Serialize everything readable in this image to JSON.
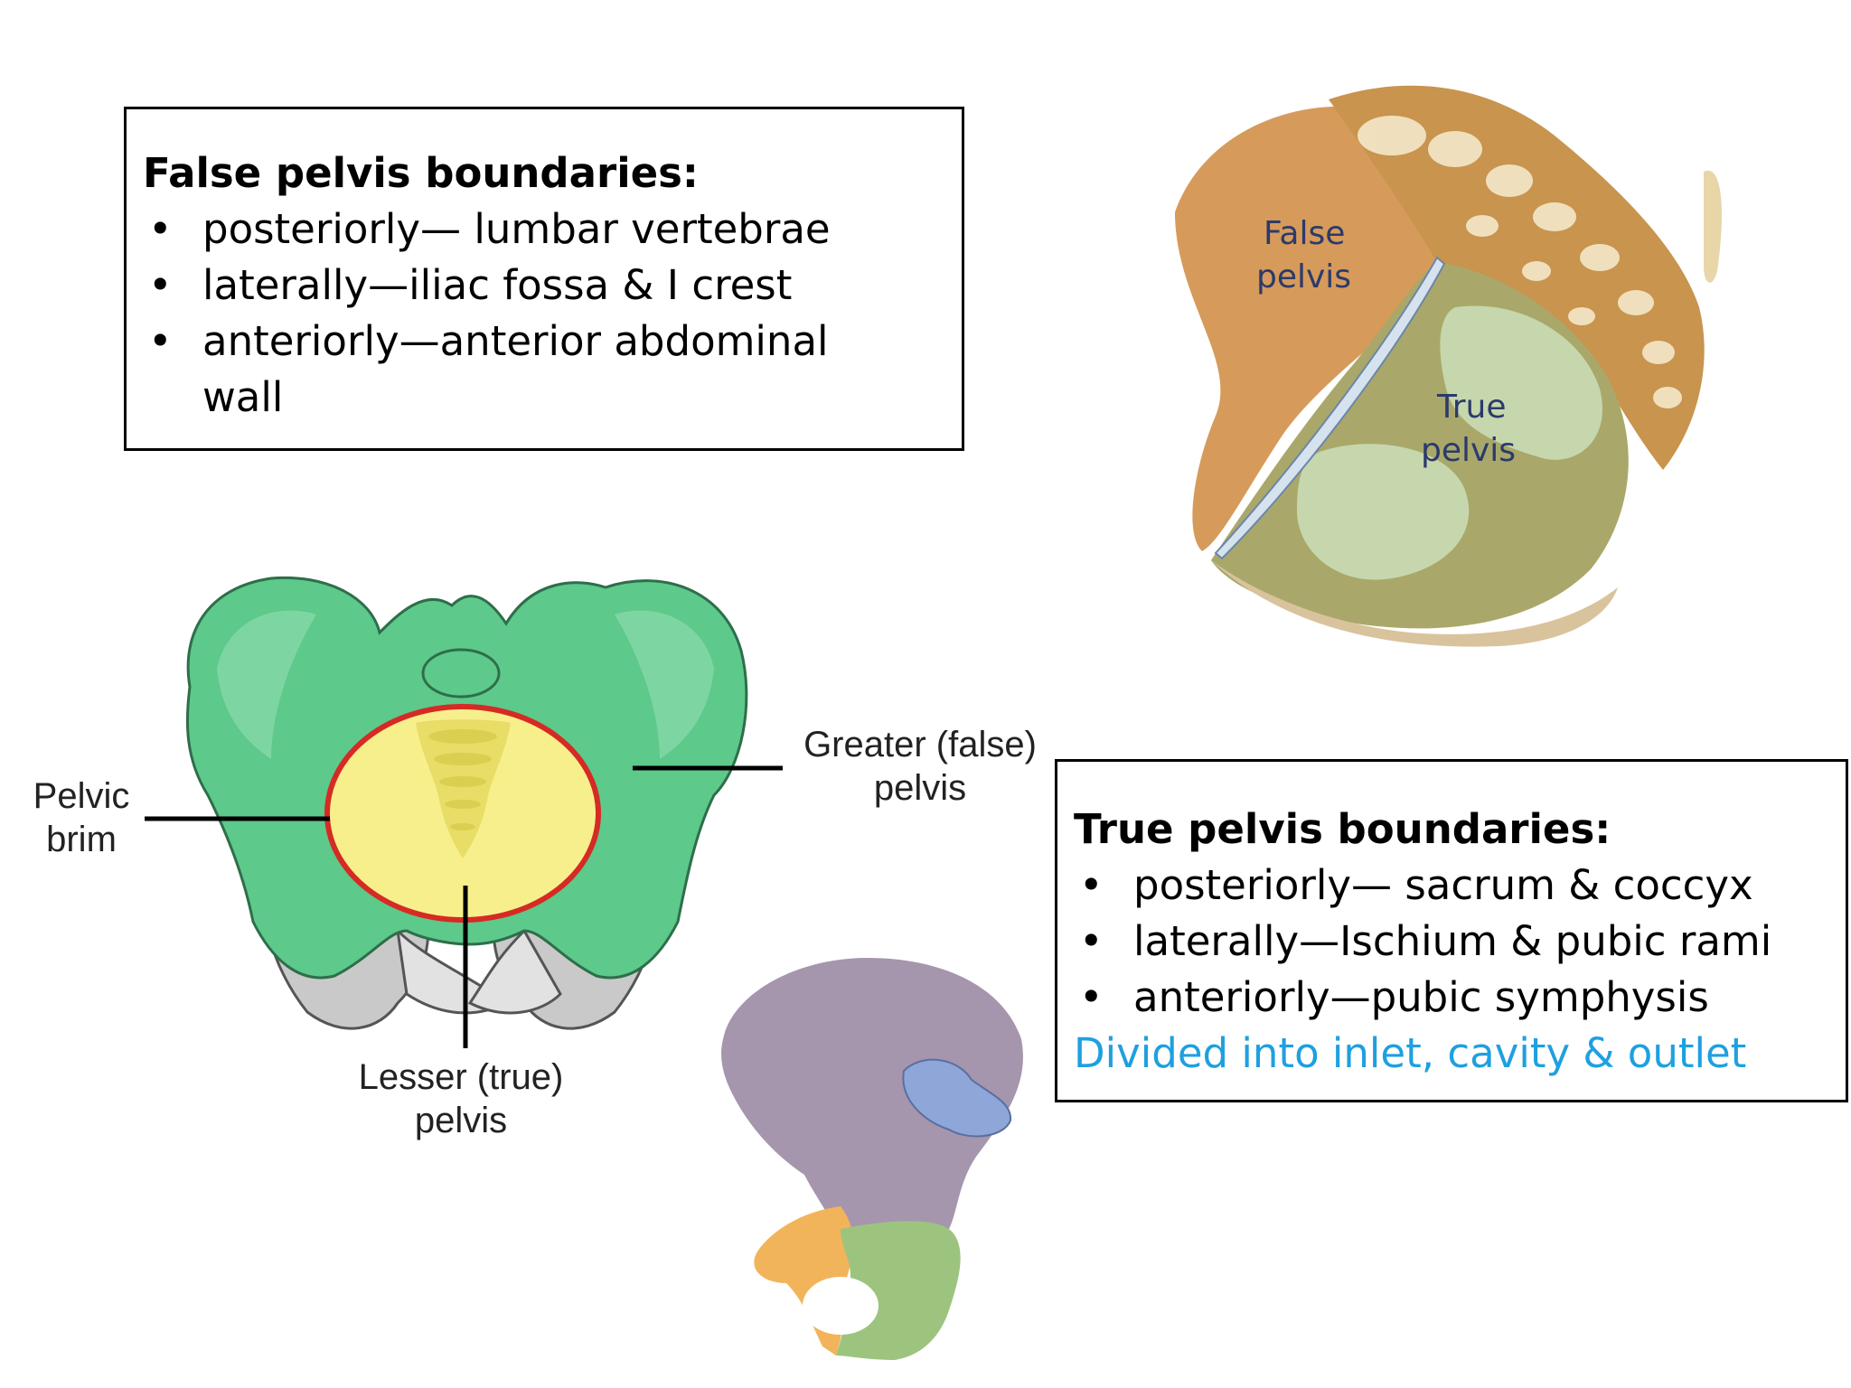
{
  "false_pelvis_box": {
    "title": "False pelvis boundaries:",
    "bullet_symbol": "•",
    "items": [
      "posteriorly— lumbar vertebrae",
      "laterally—iliac fossa & I crest",
      "anteriorly—anterior abdominal wall"
    ]
  },
  "true_pelvis_box": {
    "title": "True pelvis boundaries:",
    "bullet_symbol": "•",
    "items": [
      "posteriorly— sacrum & coccyx",
      "laterally—Ischium & pubic rami",
      "anteriorly—pubic symphysis"
    ],
    "note": "Divided into inlet, cavity & outlet",
    "note_color": "#1ea0e0"
  },
  "sagittal_figure": {
    "false_label": [
      "False",
      "pelvis"
    ],
    "true_label": [
      "True",
      "pelvis"
    ]
  },
  "front_figure": {
    "pelvic_brim_label": [
      "Pelvic",
      "brim"
    ],
    "greater_label": [
      "Greater (false)",
      "pelvis"
    ],
    "lesser_label": [
      "Lesser (true)",
      "pelvis"
    ],
    "bone_color": "#5dc98a",
    "inlet_color": "#f7ef8c",
    "brim_color": "#d62a24"
  },
  "hip_bone_figure": {
    "ilium_color": "#a596ad",
    "ischium_color": "#f2b45a",
    "pubis_color": "#9cc47e",
    "acetabulum_color": "#8ea6d8"
  }
}
